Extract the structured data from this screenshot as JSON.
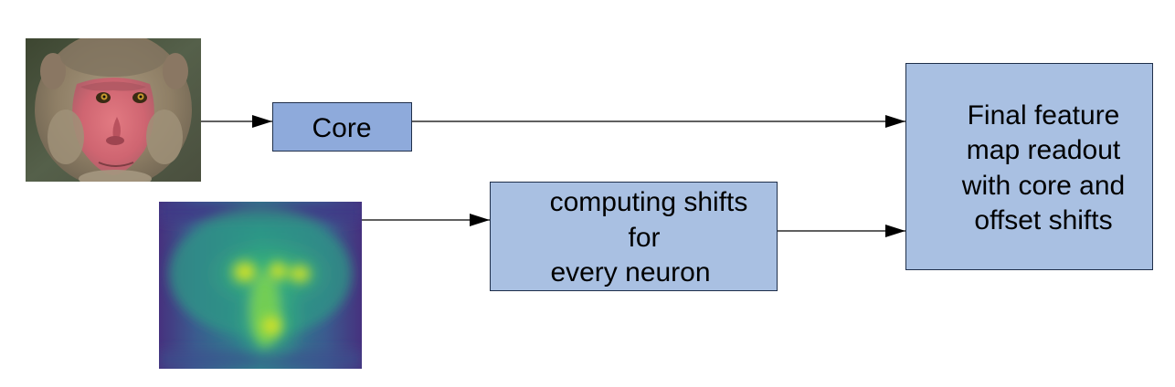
{
  "nodes": {
    "monkey_image": {
      "kind": "photo",
      "depicts": "rhesus macaque face"
    },
    "saliency_map": {
      "kind": "heatmap",
      "colormap": "viridis"
    },
    "core": {
      "label": "Core"
    },
    "shifts": {
      "lines": [
        "computing shifts",
        "for",
        "every neuron"
      ]
    },
    "readout": {
      "lines": [
        "Final feature",
        "map readout",
        "with core and",
        "offset shifts"
      ]
    }
  },
  "edges": [
    {
      "from": "monkey_image",
      "to": "core"
    },
    {
      "from": "core",
      "to": "readout"
    },
    {
      "from": "saliency_map",
      "to": "shifts"
    },
    {
      "from": "shifts",
      "to": "readout"
    }
  ],
  "colors": {
    "core_fill": "#8eaadb",
    "shifts_fill": "#a9c0e2",
    "readout_fill": "#a9c0e2",
    "box_stroke": "#1f2f4a",
    "arrow": "#000000"
  }
}
